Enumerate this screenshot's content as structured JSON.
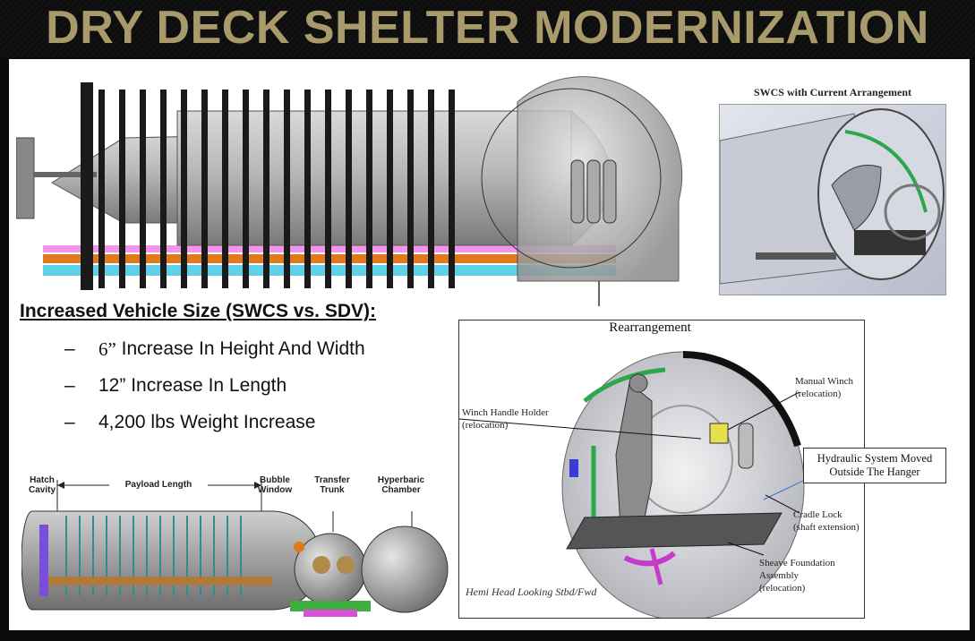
{
  "title": "DRY DECK SHELTER MODERNIZATION",
  "swcs_caption": "SWCS with Current Arrangement",
  "vehicle_size": {
    "heading": "Increased Vehicle Size (SWCS vs. SDV):",
    "bullets": [
      {
        "dash": "–",
        "value": "6”",
        "text": " Increase In Height And Width"
      },
      {
        "dash": "–",
        "value": "12”",
        "text": " Increase In Length"
      },
      {
        "dash": "–",
        "value": "4,200",
        "text": " lbs Weight Increase"
      }
    ]
  },
  "schematic_labels": {
    "hatch": "Hatch\nCavity",
    "payload": "Payload Length",
    "bubble": "Bubble\nWindow",
    "transfer": "Transfer\nTrunk",
    "hyperbaric": "Hyperbaric\nChamber"
  },
  "rearrangement": {
    "title": "Rearrangement",
    "callouts": {
      "manual_winch": "Manual Winch\n(relocation)",
      "winch_handle": "Winch Handle Holder\n(relocation)",
      "hydraulic": "Hydraulic System Moved\nOutside The Hanger",
      "cradle_lock": "Cradle Lock\n(shaft extension)",
      "sheave": "Sheave Foundation\nAssembly\n(relocation)"
    },
    "view_caption": "Hemi Head Looking Stbd/Fwd"
  },
  "colors": {
    "title_gold": "#a99a6c",
    "background_dark": "#0b0b0b",
    "content_bg": "#ffffff"
  }
}
